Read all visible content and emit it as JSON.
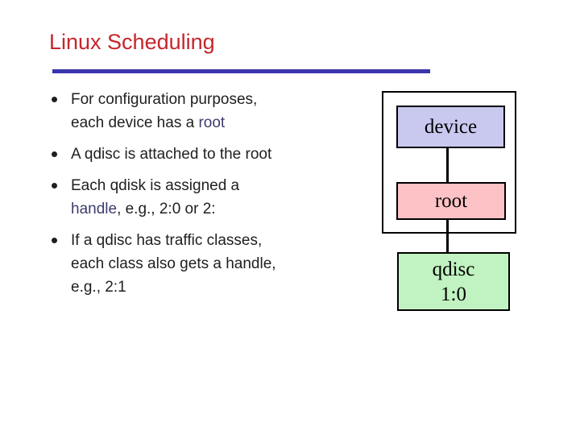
{
  "slide": {
    "title": "Linux Scheduling",
    "title_color": "#c5262c",
    "underline_color": "#3a35ad",
    "body_text_color": "#1f1f1f",
    "highlight_color": "#3c3c6e",
    "bullets": [
      {
        "pre": "For configuration purposes,\neach device has a ",
        "highlight": "root",
        "post": ""
      },
      {
        "pre": "A qdisc is attached to the root",
        "highlight": "",
        "post": ""
      },
      {
        "pre": "Each qdisk is assigned a\n",
        "highlight": "handle",
        "post": ", e.g., 2:0 or 2:"
      },
      {
        "pre": "If a qdisc has traffic classes,\neach class also gets a handle,\ne.g., 2:1",
        "highlight": "",
        "post": ""
      }
    ]
  },
  "diagram": {
    "border_color": "#000000",
    "nodes": [
      {
        "id": "device",
        "label": "device",
        "sublabel": "",
        "fill": "#c9c9f0"
      },
      {
        "id": "root",
        "label": "root",
        "sublabel": "",
        "fill": "#fcc2c6"
      },
      {
        "id": "qdisc",
        "label": "qdisc",
        "sublabel": "1:0",
        "fill": "#c1f2c1"
      }
    ]
  }
}
